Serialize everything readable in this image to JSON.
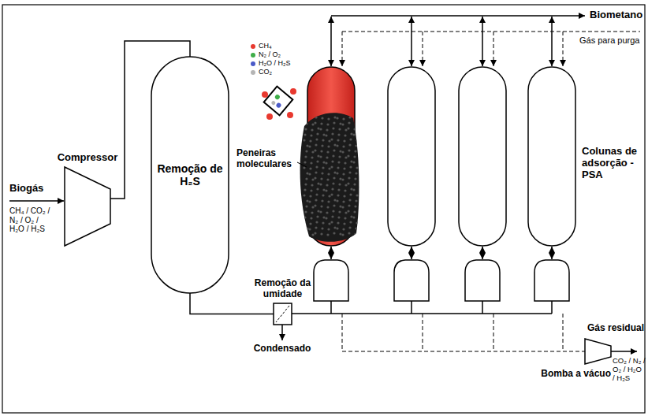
{
  "diagram": {
    "nodes": [
      {
        "text": [
          "Compressor"
        ]
      },
      {
        "text": [
          "Remoção de H₂S"
        ]
      },
      {
        "text": [
          "Remoção da umidade"
        ]
      },
      {
        "text": [
          "Bomba a vácuo"
        ]
      }
    ],
    "edges": [
      {
        "from": 0,
        "to": 1,
        "arrow": "none"
      },
      {
        "from": 1,
        "to": 2,
        "arrow": "none"
      }
    ],
    "labels": [
      "Biogás",
      "CH₄ / CO₂ / N₂ / O₂ / H₂O / H₂S",
      "Biometano",
      "Gás para purga",
      "Colunas de adsorção - PSA",
      "Peneiras moleculares",
      "Condensado",
      "Gás residual",
      "CO₂ / N₂ / O₂ / H₂O / H₂S"
    ],
    "legend": [
      {
        "text": "CH₄",
        "color": "#e8392f"
      },
      {
        "text": "N₂ / O₂",
        "color": "#3fae49"
      },
      {
        "text": "H₂O / H₂S",
        "color": "#4b5bc8"
      },
      {
        "text": "CO₂",
        "color": "#b5b5b5"
      }
    ]
  }
}
